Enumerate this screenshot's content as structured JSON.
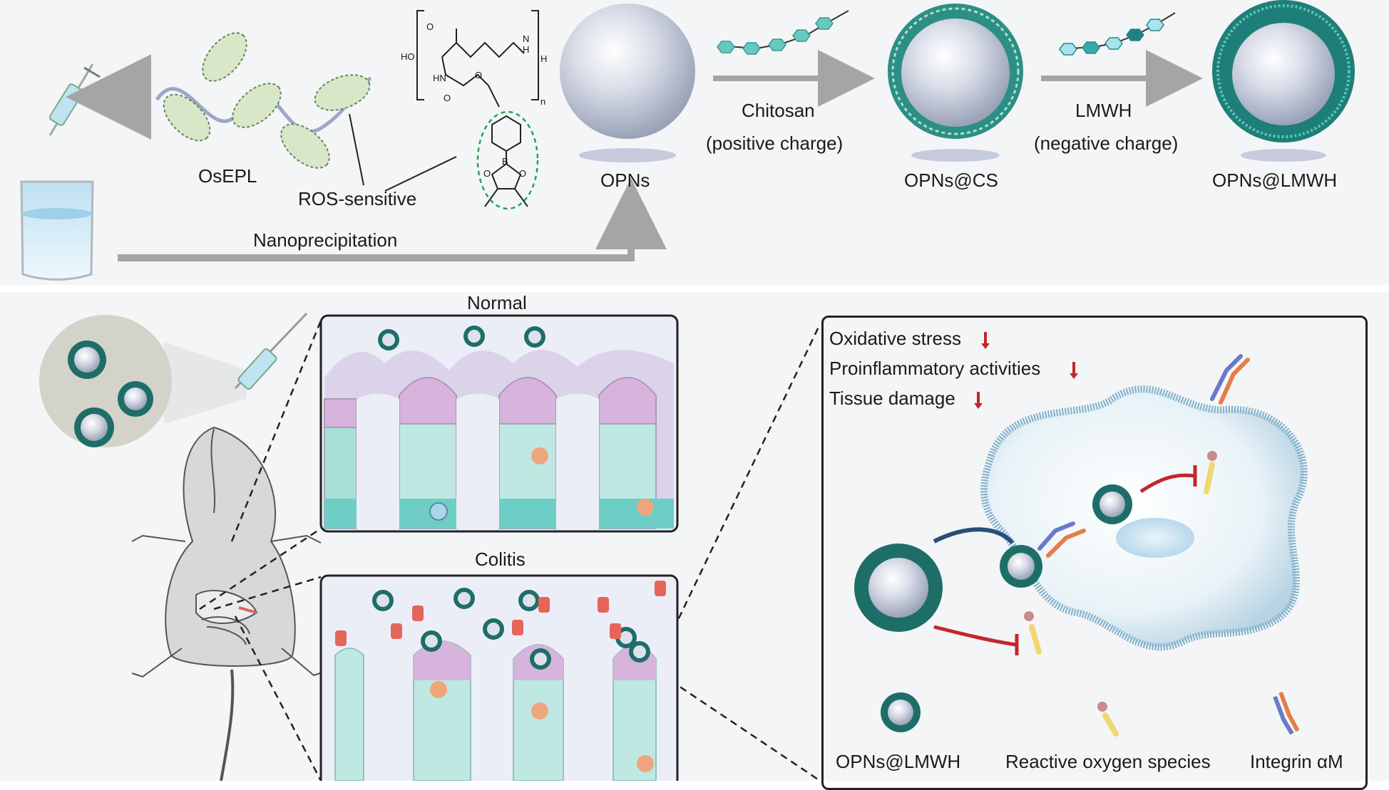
{
  "synthesis": {
    "osepl": "OsEPL",
    "ros_sensitive": "ROS-sensitive",
    "nanoprecipitation": "Nanoprecipitation",
    "opns": "OPNs",
    "chitosan": "Chitosan",
    "positive_charge": "(positive charge)",
    "opns_cs": "OPNs@CS",
    "lmwh": "LMWH",
    "negative_charge": "(negative charge)",
    "opns_lmwh": "OPNs@LMWH",
    "chem": {
      "ho": "HO",
      "o1": "O",
      "hn": "HN",
      "o2": "O",
      "o3": "O",
      "nh_n": "N",
      "nh_h": "H",
      "h_end": "H",
      "n_sub": "n",
      "b": "B",
      "o4": "O",
      "o5": "O"
    }
  },
  "tissue": {
    "normal": "Normal",
    "colitis": "Colitis"
  },
  "mechanism": {
    "effects": [
      "Oxidative stress",
      "Proinflammatory activities",
      "Tissue damage"
    ],
    "legend": [
      "OPNs@LMWH",
      "Reactive oxygen species",
      "Integrin αM"
    ]
  },
  "colors": {
    "teal": "#1f7f78",
    "grey_arrow": "#a5a5a5",
    "red_arrow": "#c0272d",
    "pink": "#d9b6dc",
    "cyan": "#8fd6d0"
  }
}
